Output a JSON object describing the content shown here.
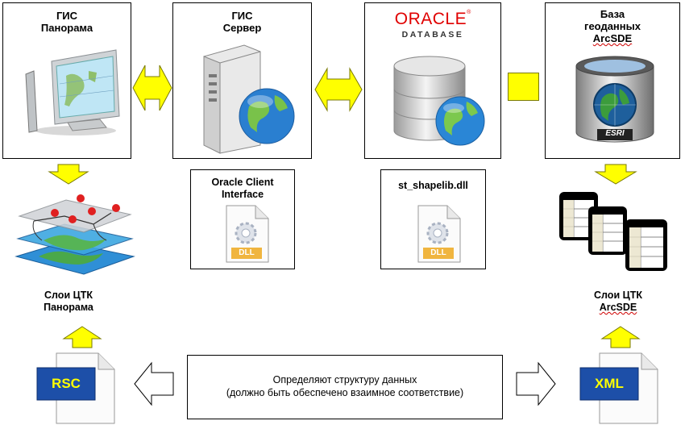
{
  "gis_panorama": {
    "line1": "ГИС",
    "line2": "Панорама"
  },
  "gis_server": {
    "line1": "ГИС",
    "line2": "Сервер"
  },
  "oracle": {
    "logo": "ORACLE",
    "reg": "®",
    "subtitle": "DATABASE"
  },
  "arcsde_db": {
    "line1": "База",
    "line2": "геоданных",
    "line3": "ArcSDE",
    "badge": "ESRI"
  },
  "oracle_client": {
    "line1": "Oracle Client",
    "line2": "Interface",
    "dll": "DLL"
  },
  "shapelib": {
    "label": "st_shapelib.dll",
    "dll": "DLL"
  },
  "layers_panorama": {
    "line1": "Слои ЦТК",
    "line2": "Панорама"
  },
  "layers_arcsde": {
    "line1": "Слои ЦТК",
    "line2": "ArcSDE"
  },
  "rsc_file": {
    "label": "RSC"
  },
  "xml_file": {
    "label": "XML"
  },
  "note": {
    "line1": "Определяют структуру данных",
    "line2": "(должно быть обеспечено взаимное соответствие)"
  },
  "colors": {
    "arrow_fill": "#ffff00",
    "file_badge": "#1d4fa8",
    "badge_text": "#ffff00"
  }
}
